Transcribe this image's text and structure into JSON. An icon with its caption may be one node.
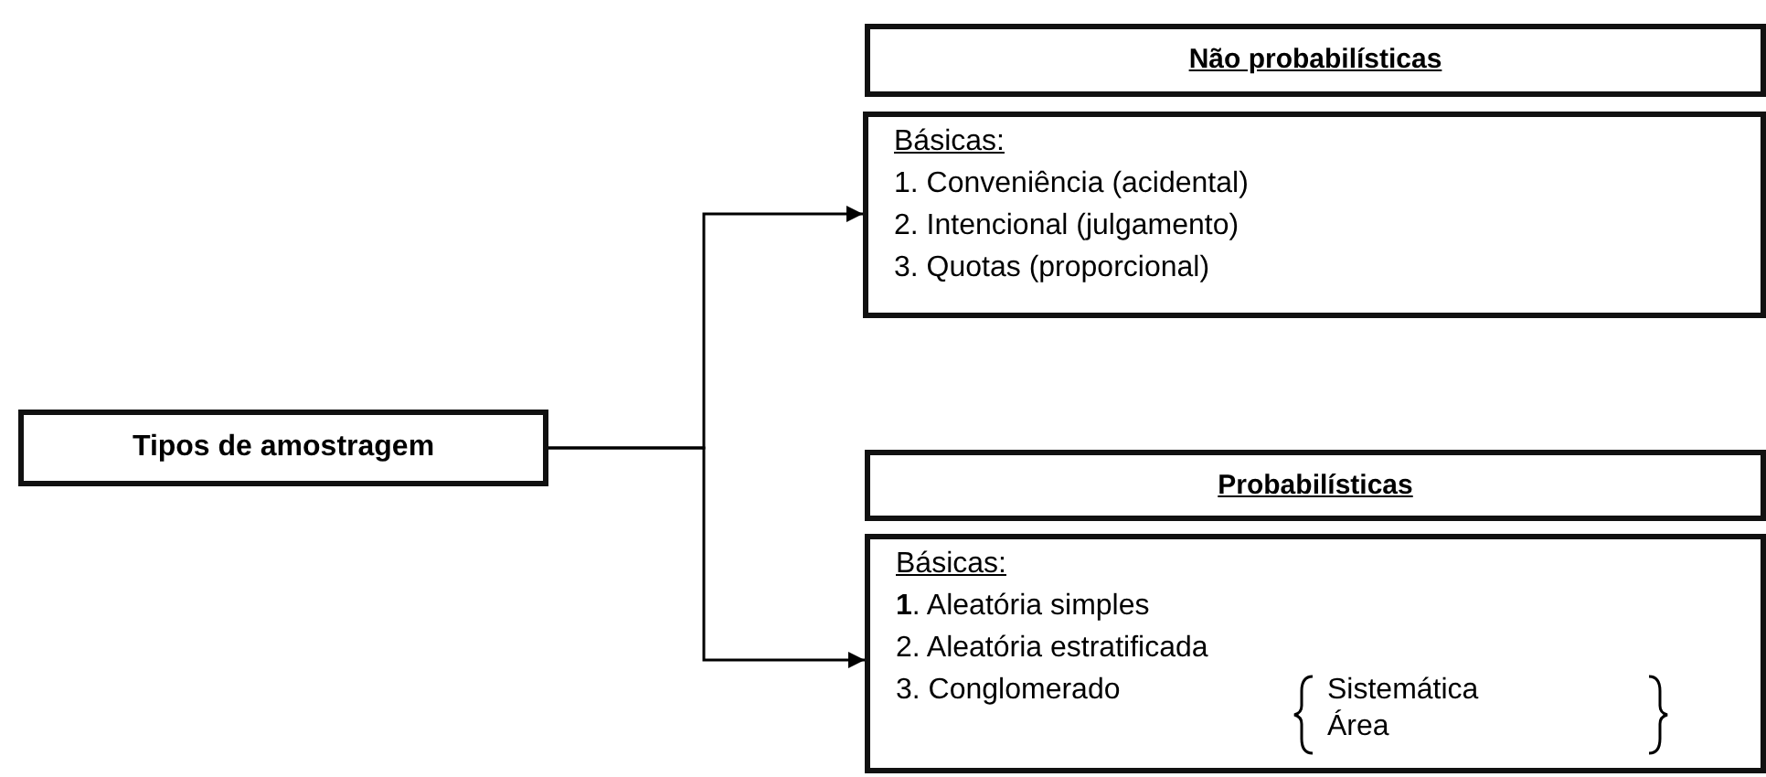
{
  "diagram": {
    "nodes": [
      {
        "text": [
          "Tipos de amostragem"
        ]
      },
      {
        "text": [
          "Não probabilísticas"
        ]
      },
      {
        "text": [
          "Básicas:",
          "1. Conveniência (acidental)",
          "2. Intencional (julgamento)",
          "3. Quotas (proporcional)"
        ]
      },
      {
        "text": [
          "Probabilísticas"
        ]
      },
      {
        "text": [
          "Básicas:",
          "**1**. Aleatória simples",
          "2. Aleatória estratificada",
          "3. Conglomerado",
          "Sistemática",
          "Área"
        ]
      }
    ],
    "edges": [
      {
        "from": 0,
        "to": 2,
        "arrow": "to"
      },
      {
        "from": 0,
        "to": 4,
        "arrow": "to"
      }
    ]
  }
}
